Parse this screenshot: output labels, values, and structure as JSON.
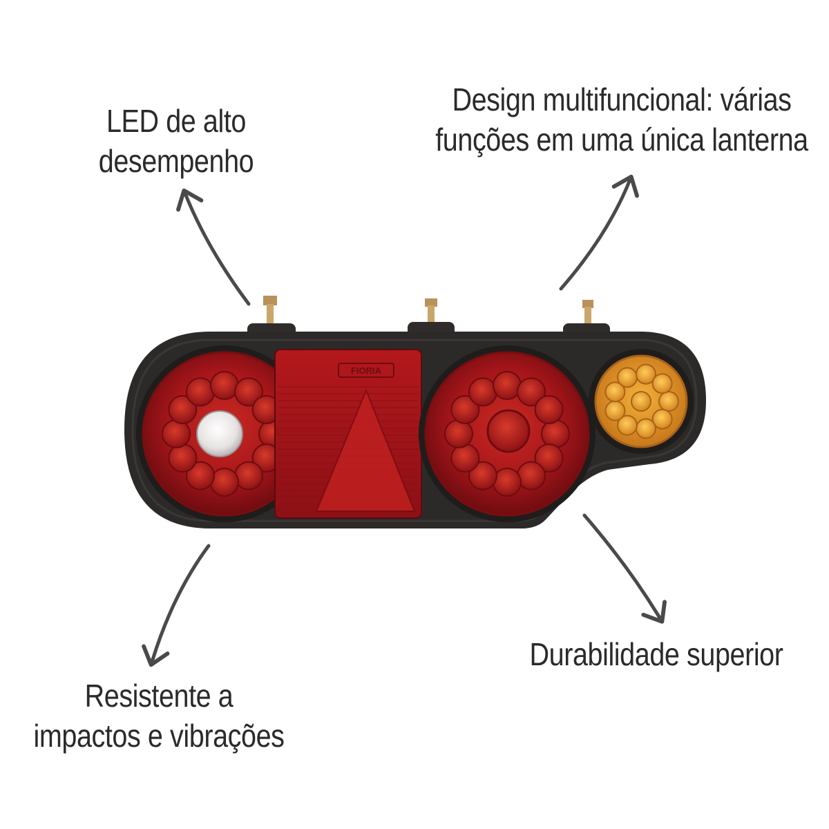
{
  "annotations": {
    "led": {
      "line1": "LED de alto",
      "line2": "desempenho"
    },
    "design": {
      "line1": "Design multifuncional: várias",
      "line2": "funções em uma única lanterna"
    },
    "durability": {
      "line1": "Durabilidade superior"
    },
    "resistance": {
      "line1": "Resistente a",
      "line2": "impactos e vibrações"
    }
  },
  "product": {
    "brand_mark": "FIORIA",
    "colors": {
      "red_lens": "#b3161a",
      "amber_lens": "#e0941e",
      "housing": "#2c2a29",
      "arrow": "#4a4a4a"
    }
  }
}
